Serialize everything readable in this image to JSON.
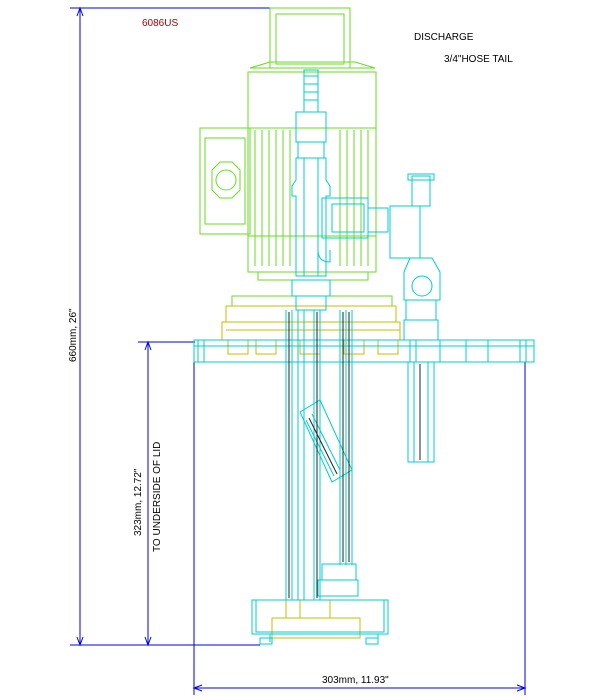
{
  "drawing": {
    "model_code": "6086US",
    "discharge_label": "DISCHARGE",
    "hose_tail_label": "3/4\"HOSE TAIL",
    "overall_height": "660mm, 26\"",
    "lid_depth": "323mm, 12.72\"",
    "lid_note": "TO UNDERSIDE OF LID",
    "overall_width": "303mm, 11.93\""
  },
  "colors": {
    "motor": "#66dd22",
    "pump": "#00cccc",
    "mount": "#ccbb00",
    "dimension": "#0000ee",
    "text": "#000000",
    "code": "#b00000"
  }
}
